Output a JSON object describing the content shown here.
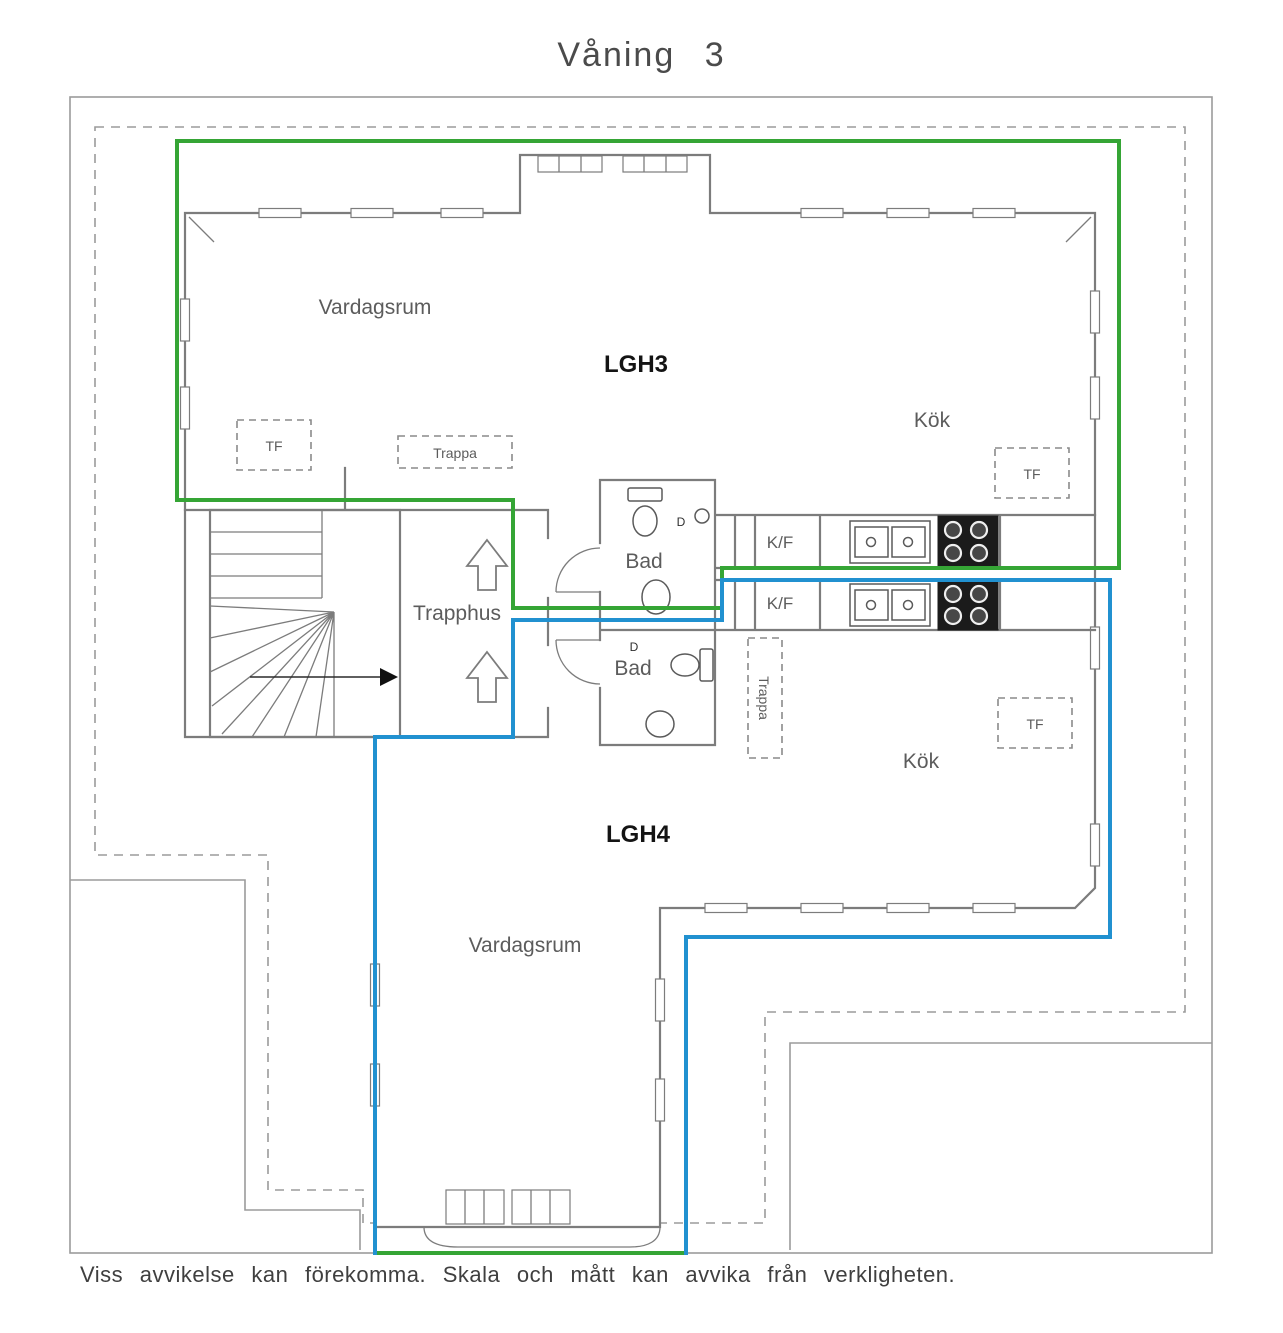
{
  "title": "Våning 3",
  "footer": {
    "disclaimer": "Viss avvikelse kan förekomma. Skala och mått kan avvika från verkligheten."
  },
  "colors": {
    "lgh3_outline": "#35a535",
    "lgh4_outline": "#2191d0",
    "wall_gray": "#7c7c7c",
    "site_line_gray": "#9b9b9b",
    "stove_black": "#1b1b1b",
    "label_gray": "#5c5c5c",
    "label_black": "#141414"
  },
  "plan": {
    "stairwell_label": "Trapphus",
    "door_label": "D",
    "apartments": {
      "lgh3": {
        "label": "LGH3",
        "rooms": {
          "living": "Vardagsrum",
          "kitchen": "Kök",
          "bath": "Bad"
        },
        "fridge_label": "K/F",
        "stair_label": "Trappa",
        "tf_label": "TF"
      },
      "lgh4": {
        "label": "LGH4",
        "rooms": {
          "living": "Vardagsrum",
          "kitchen": "Kök",
          "bath": "Bad"
        },
        "fridge_label": "K/F",
        "stair_label": "Trappa",
        "tf_label": "TF"
      }
    }
  }
}
